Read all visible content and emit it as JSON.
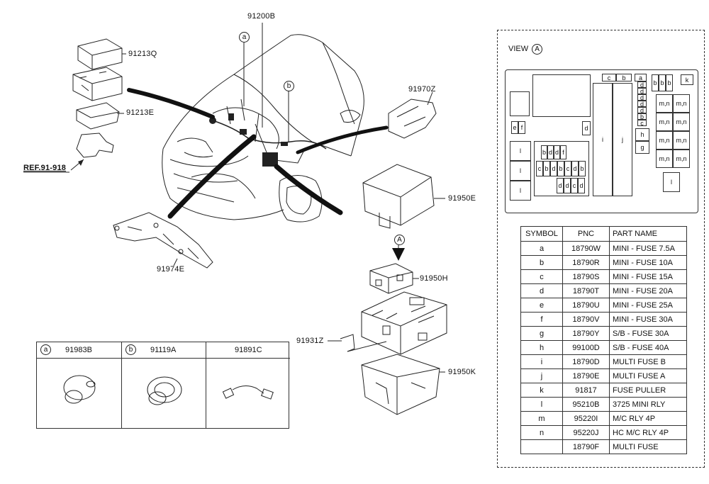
{
  "labels": {
    "harness": "91200B",
    "relay_cover": "91213Q",
    "relay_box": "91213E",
    "ref": "REF.91-918",
    "connector_right": "91970Z",
    "cover": "91950E",
    "bracket_harness": "91974E",
    "upper_block": "91950H",
    "clip": "91931Z",
    "lower_box": "91950K",
    "callout_a": "a",
    "callout_b": "b",
    "arrow_a": "A"
  },
  "view": {
    "label": "VIEW",
    "ref": "A"
  },
  "fuse_panel": {
    "top_row": [
      "c",
      "b",
      "a"
    ],
    "right_row": [
      "b",
      "b",
      "b"
    ],
    "k": "k",
    "d_col": [
      "d",
      "d",
      "d",
      "d",
      "d",
      "b",
      "c"
    ],
    "e": "e",
    "f": "f",
    "d_side": "d",
    "i": "i",
    "j": "j",
    "h": "h",
    "g": "g",
    "relays_l": [
      "l",
      "l",
      "l"
    ],
    "grid_row1": [
      "b",
      "d",
      "d",
      "f"
    ],
    "grid_row2": [
      "c",
      "b",
      "d",
      "b",
      "c",
      "d",
      "b"
    ],
    "grid_row3": [
      "d",
      "d",
      "c",
      "d"
    ],
    "mn": "m,n",
    "l_small": "l"
  },
  "parts_table": {
    "headers": [
      "SYMBOL",
      "PNC",
      "PART NAME"
    ],
    "rows": [
      [
        "a",
        "18790W",
        "MINI - FUSE 7.5A"
      ],
      [
        "b",
        "18790R",
        "MINI - FUSE 10A"
      ],
      [
        "c",
        "18790S",
        "MINI - FUSE 15A"
      ],
      [
        "d",
        "18790T",
        "MINI - FUSE 20A"
      ],
      [
        "e",
        "18790U",
        "MINI - FUSE 25A"
      ],
      [
        "f",
        "18790V",
        "MINI - FUSE 30A"
      ],
      [
        "g",
        "18790Y",
        "S/B - FUSE 30A"
      ],
      [
        "h",
        "99100D",
        "S/B - FUSE 40A"
      ],
      [
        "i",
        "18790D",
        "MULTI FUSE B"
      ],
      [
        "j",
        "18790E",
        "MULTI FUSE A"
      ],
      [
        "k",
        "91817",
        "FUSE PULLER"
      ],
      [
        "l",
        "95210B",
        "3725 MINI RLY"
      ],
      [
        "m",
        "95220I",
        "M/C RLY 4P"
      ],
      [
        "n",
        "95220J",
        "HC M/C RLY 4P"
      ],
      [
        "",
        "18790F",
        "MULTI FUSE"
      ]
    ]
  },
  "accessories": [
    {
      "tag": "a",
      "part": "91983B"
    },
    {
      "tag": "b",
      "part": "91119A"
    },
    {
      "tag": "",
      "part": "91891C"
    }
  ]
}
